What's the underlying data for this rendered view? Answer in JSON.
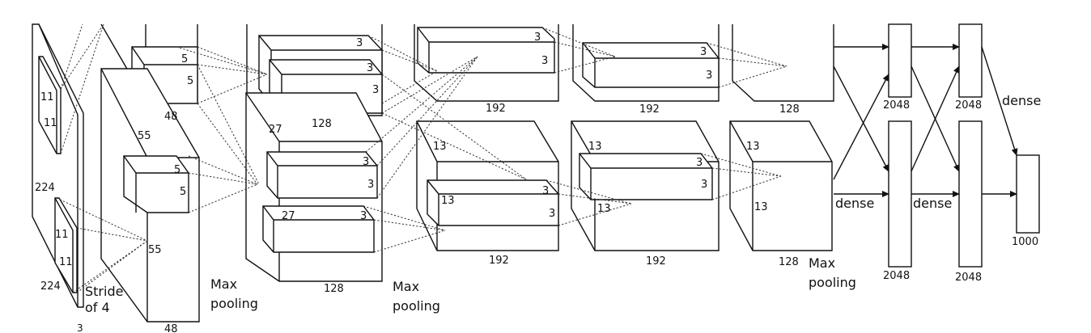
{
  "labels": {
    "input_224_h": "224",
    "input_224_w": "224",
    "input_depth": "3",
    "kernel1_h": "11",
    "kernel1_w": "11",
    "kernel1b_h": "11",
    "kernel1b_w": "11",
    "stride_1": "Stride",
    "stride_2": "of 4",
    "c1_55_h": "55",
    "c1_55_w": "55",
    "c1_top_depth": "48",
    "c1_bot_depth": "48",
    "k2_5a": "5",
    "k2_5b": "5",
    "k2_5c": "5",
    "k2_5d": "5",
    "maxpool1_1": "Max",
    "maxpool1_2": "pooling",
    "c2_27_h": "27",
    "c2_27_w": "27",
    "c2_top_depth": "128",
    "c2_bot_depth": "128",
    "k3_3a": "3",
    "k3_3b": "3",
    "k3_3c": "3",
    "k3_3d": "3",
    "k3_3e": "3",
    "k3_3f": "3",
    "maxpool2_1": "Max",
    "maxpool2_2": "pooling",
    "c3_13_h": "13",
    "c3_13_w": "13",
    "c3_top_depth": "192",
    "c3_bot_depth": "192",
    "k4_3a": "3",
    "k4_3b": "3",
    "k4_3c": "3",
    "k4_3d": "3",
    "c4_13_h": "13",
    "c4_13_w": "13",
    "c4_top_depth": "192",
    "c4_bot_depth": "192",
    "k5_3a": "3",
    "k5_3b": "3",
    "k5_3c": "3",
    "k5_3d": "3",
    "c5_13_h": "13",
    "c5_13_w": "13",
    "c5_top_depth": "128",
    "c5_bot_depth": "128",
    "maxpool3_1": "Max",
    "maxpool3_2": "pooling",
    "dense_a": "dense",
    "dense_b": "dense",
    "dense_c": "dense",
    "fc1_top": "2048",
    "fc1_bot": "2048",
    "fc2_top": "2048",
    "fc2_bot": "2048",
    "output": "1000"
  }
}
